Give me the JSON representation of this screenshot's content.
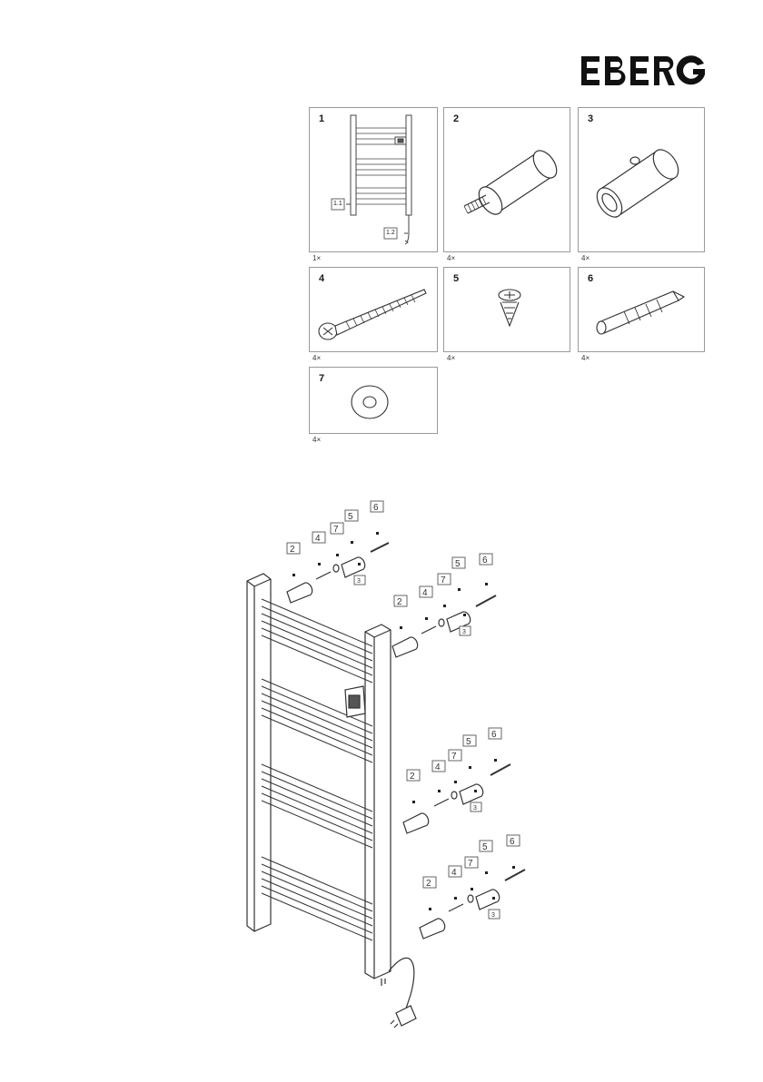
{
  "brand": {
    "logo_text": "EBERG"
  },
  "parts": [
    {
      "num": "1",
      "qty": "1×",
      "sub_labels": [
        "1.1",
        "1.2"
      ]
    },
    {
      "num": "2",
      "qty": "4×"
    },
    {
      "num": "3",
      "qty": "4×"
    },
    {
      "num": "4",
      "qty": "4×"
    },
    {
      "num": "5",
      "qty": "4×"
    },
    {
      "num": "6",
      "qty": "4×"
    },
    {
      "num": "7",
      "qty": "4×"
    }
  ],
  "assembly_callouts": [
    "2",
    "4",
    "7",
    "5",
    "6",
    "3"
  ]
}
